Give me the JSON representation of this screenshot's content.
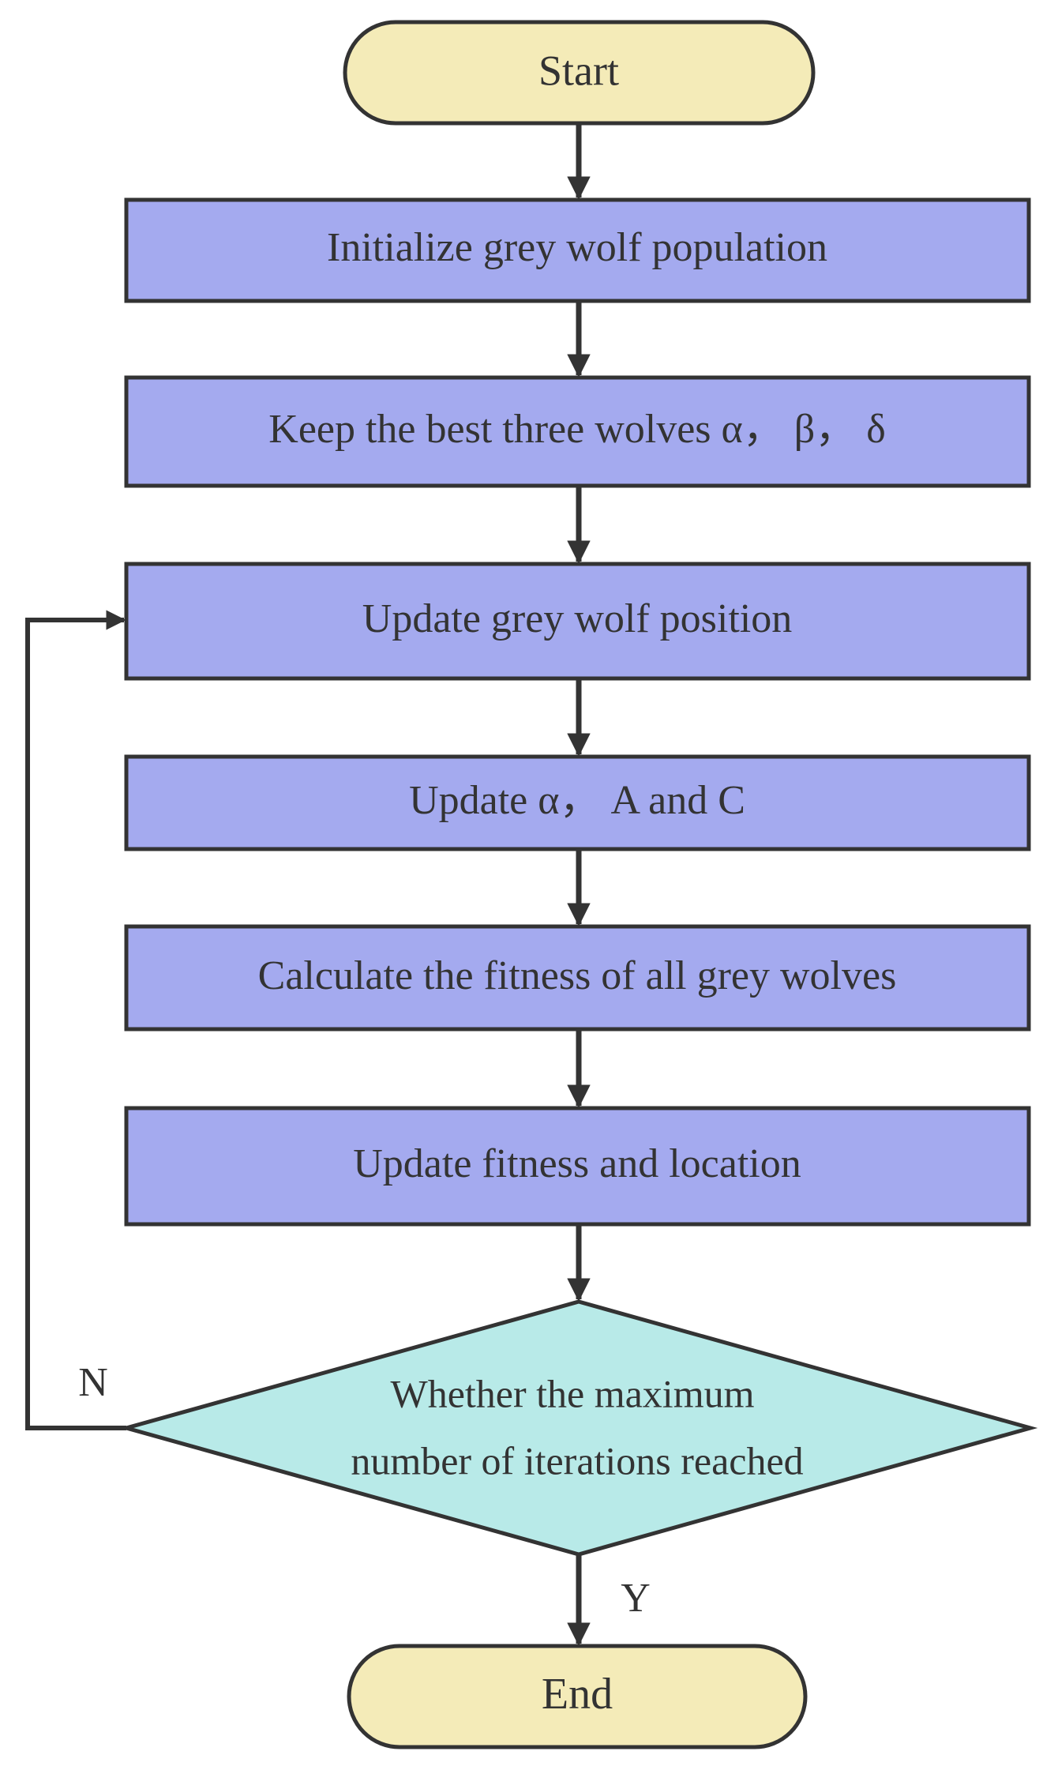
{
  "diagram": {
    "start_label": "Start",
    "steps": [
      "Initialize grey wolf population",
      "Keep the best three wolves α， β， δ",
      "Update grey wolf position",
      "Update α， A and C",
      "Calculate the fitness of all grey wolves",
      "Update fitness and location"
    ],
    "decision": {
      "line1": "Whether the maximum",
      "line2": "number of iterations reached"
    },
    "no_label": "N",
    "yes_label": "Y",
    "end_label": "End"
  },
  "colors": {
    "terminal_fill": "#f4ebb8",
    "process_fill": "#a4aaef",
    "decision_fill": "#b8eae8",
    "stroke": "#333333"
  }
}
